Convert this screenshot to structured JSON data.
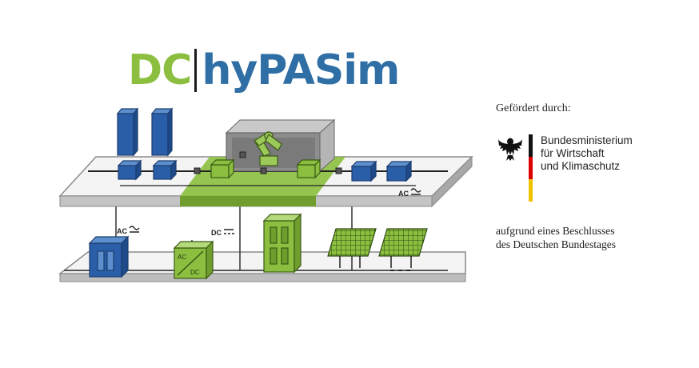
{
  "logo": {
    "dc_text": "DC",
    "project_text": "hyPASim"
  },
  "diagram": {
    "labels": {
      "ac_upper": "AC",
      "ac_lower": "AC",
      "dc_bus": "DC",
      "converter_top": "AC",
      "converter_bottom": "DC"
    }
  },
  "funding": {
    "label": "Gefördert durch:",
    "ministry_lines": [
      "Bundesministerium",
      "für Wirtschaft",
      "und Klimaschutz"
    ],
    "resolution_lines": [
      "aufgrund eines Beschlusses",
      "des Deutschen Bundestages"
    ],
    "flag_colors": [
      "#111111",
      "#dd0000",
      "#f2c200"
    ]
  },
  "colors": {
    "dc_green": "#8cbf3f",
    "brand_blue": "#2f6fa5",
    "cabinet_blue": "#2a5ea8",
    "platform_gray": "#f2f2f2"
  }
}
